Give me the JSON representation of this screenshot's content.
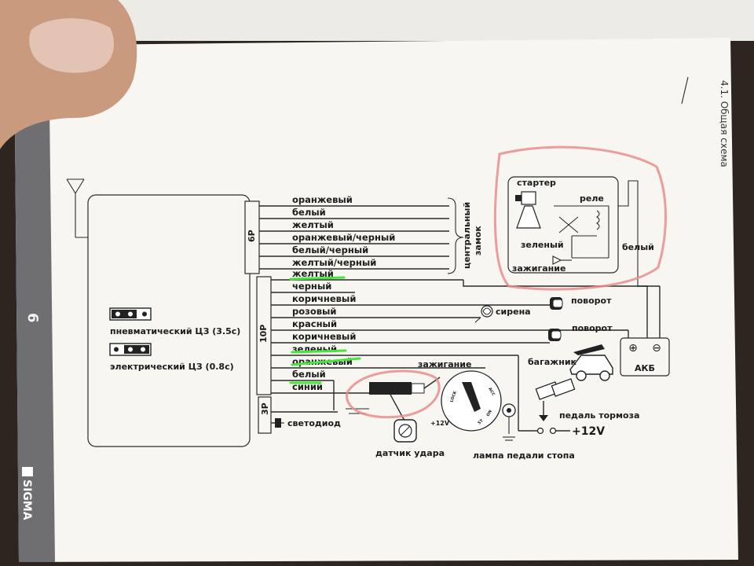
{
  "header": {
    "section_label": "4.1. Общая схема",
    "page_number": "6",
    "brand": "SIGMA"
  },
  "wires_6p": [
    "оранжевый",
    "белый",
    "желтый",
    "оранжевый/черный",
    "белый/черный",
    "желтый/черный"
  ],
  "wires_10p": [
    "желтый",
    "черный",
    "коричневый",
    "розовый",
    "красный",
    "коричневый",
    "зеленый",
    "оранжевый",
    "белый",
    "синий"
  ],
  "connectors": {
    "p6": "6P",
    "p10": "10P",
    "p3": "3P"
  },
  "central_lock_label": [
    "центральный",
    "замок"
  ],
  "jumpers": {
    "pneumatic": "пневматический ЦЗ (3.5с)",
    "electric": "электрический ЦЗ (0.8с)"
  },
  "relay_box": {
    "starter": "стартер",
    "relay": "реле",
    "green": "зеленый",
    "white": "белый",
    "ignition": "зажигание"
  },
  "devices": {
    "turn_signal_1": "поворот",
    "siren": "сирена",
    "turn_signal_2": "поворот",
    "battery": "АКБ",
    "battery_plus": "⊕",
    "battery_minus": "⊖",
    "trunk": "багажник",
    "ignition": "зажигание",
    "brake_pedal": "педаль тормоза",
    "plus12v": "+12V",
    "plus12v_small": "+12V",
    "led": "светодиод",
    "shock_sensor": "датчик удара",
    "stop_lamp": "лампа педали стопа",
    "key_lock": "LOCK",
    "key_acc": "ACC",
    "key_on": "ON",
    "key_st": "ST"
  },
  "colors": {
    "paper": "#f7f6f1",
    "ink": "#1b1b1b",
    "highlight_green": "#44e63a",
    "highlight_red": "#e98c8c",
    "strip": "#6f6f72"
  }
}
